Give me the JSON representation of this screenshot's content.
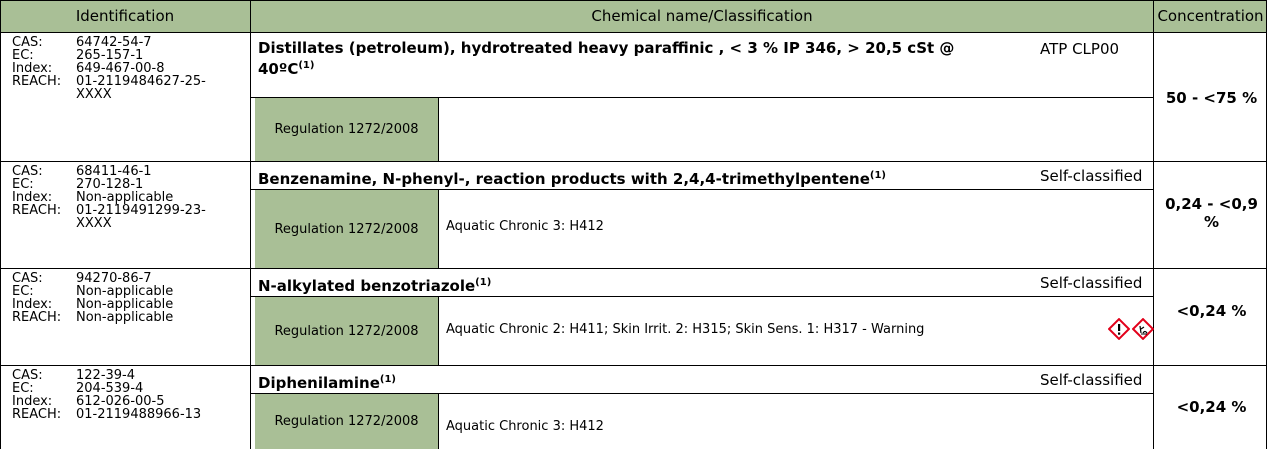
{
  "header": {
    "identification": "Identification",
    "chemical_name": "Chemical name/Classification",
    "concentration": "Concentration"
  },
  "rows": [
    {
      "ids": [
        {
          "key": "CAS:",
          "value": "64742-54-7"
        },
        {
          "key": "EC:",
          "value": "265-157-1"
        },
        {
          "key": "Index:",
          "value": "649-467-00-8"
        },
        {
          "key": "REACH:",
          "value": "01-2119484627-25-"
        },
        {
          "key": "",
          "value": "XXXX"
        }
      ],
      "name": "Distillates (petroleum), hydrotreated heavy paraffinic , < 3 % IP 346, > 20,5 cSt @",
      "name_line2": "40ºC",
      "note": "(1)",
      "classification": "ATP CLP00",
      "regulation": "Regulation 1272/2008",
      "hazards": "",
      "concentration": "50 - <75 %"
    },
    {
      "ids": [
        {
          "key": "CAS:",
          "value": "68411-46-1"
        },
        {
          "key": "EC:",
          "value": "270-128-1"
        },
        {
          "key": "Index:",
          "value": "Non-applicable"
        },
        {
          "key": "REACH:",
          "value": "01-2119491299-23-"
        },
        {
          "key": "",
          "value": "XXXX"
        }
      ],
      "name": "Benzenamine, N-phenyl-, reaction products with 2,4,4-trimethylpentene",
      "note": "(1)",
      "classification": "Self-classified",
      "regulation": "Regulation 1272/2008",
      "hazards": "Aquatic Chronic 3: H412",
      "concentration": "0,24 - <0,9",
      "concentration_line2": "%"
    },
    {
      "ids": [
        {
          "key": "CAS:",
          "value": "94270-86-7"
        },
        {
          "key": "EC:",
          "value": "Non-applicable"
        },
        {
          "key": "Index:",
          "value": "Non-applicable"
        },
        {
          "key": "REACH:",
          "value": "Non-applicable"
        }
      ],
      "name": "N-alkylated benzotriazole",
      "note": "(1)",
      "classification": "Self-classified",
      "regulation": "Regulation 1272/2008",
      "hazards": "Aquatic Chronic 2: H411; Skin Irrit. 2: H315; Skin Sens. 1: H317 - Warning",
      "pictograms": [
        "exclamation-mark-pictogram",
        "environment-pictogram"
      ],
      "concentration": "<0,24 %"
    },
    {
      "ids": [
        {
          "key": "CAS:",
          "value": "122-39-4"
        },
        {
          "key": "EC:",
          "value": "204-539-4"
        },
        {
          "key": "Index:",
          "value": "612-026-00-5"
        },
        {
          "key": "REACH:",
          "value": "01-2119488966-13"
        }
      ],
      "name": "Diphenilamine",
      "note": "(1)",
      "classification": "Self-classified",
      "regulation": "Regulation 1272/2008",
      "hazards": "Aquatic Chronic 3: H412",
      "concentration": "<0,24 %"
    }
  ],
  "colors": {
    "header_bg": "#a9bf96",
    "pictogram_red": "#e2001a"
  }
}
